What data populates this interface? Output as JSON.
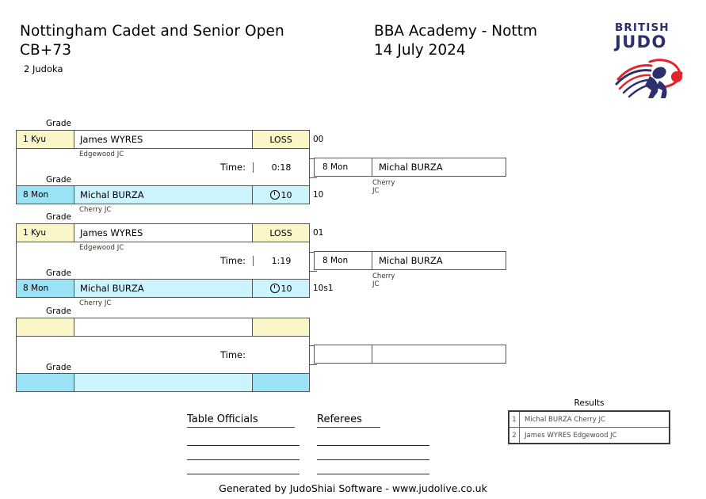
{
  "header": {
    "tournament_name": "Nottingham Cadet and Senior Open",
    "category": "CB+73",
    "judoka_count": "2 Judoka",
    "venue": "BBA Academy - Nottm",
    "date": "14 July 2024",
    "logo_line1": "BRITISH",
    "logo_line2": "JUDO",
    "logo_navy": "#2b2f6e",
    "logo_red": "#e2242c"
  },
  "labels": {
    "grade": "Grade",
    "time": "Time:",
    "loss": "LOSS"
  },
  "colors": {
    "yellow": "#fbf6c8",
    "blue_dark": "#9ae2f5",
    "blue_light": "#ccf4fd",
    "border": "#555555"
  },
  "matches": [
    {
      "top": {
        "grade_label": "Grade",
        "grade": "1 Kyu",
        "name": "James WYRES",
        "club": "Edgewood JC",
        "score": "LOSS",
        "edge_score": "00"
      },
      "time_label": "Time:",
      "time_value": "0:18",
      "bottom": {
        "grade_label": "Grade",
        "grade": "8 Mon",
        "name": "Michal BURZA",
        "club": "Cherry JC",
        "score": "10",
        "score_icon": "clock-icon",
        "edge_score": "10"
      },
      "winner": {
        "grade": "8 Mon",
        "name": "Michal BURZA",
        "club": "Cherry JC"
      }
    },
    {
      "top": {
        "grade_label": "Grade",
        "grade": "1 Kyu",
        "name": "James WYRES",
        "club": "Edgewood JC",
        "score": "LOSS",
        "edge_score": "01"
      },
      "time_label": "Time:",
      "time_value": "1:19",
      "bottom": {
        "grade_label": "Grade",
        "grade": "8 Mon",
        "name": "Michal BURZA",
        "club": "Cherry JC",
        "score": "10",
        "score_icon": "clock-icon",
        "edge_score": "10s1"
      },
      "winner": {
        "grade": "8 Mon",
        "name": "Michal BURZA",
        "club": "Cherry JC"
      }
    },
    {
      "top": {
        "grade_label": "Grade",
        "grade": "",
        "name": "",
        "club": "",
        "score": "",
        "edge_score": ""
      },
      "time_label": "Time:",
      "time_value": "",
      "bottom": {
        "grade_label": "Grade",
        "grade": "",
        "name": "",
        "club": "",
        "score": "",
        "edge_score": ""
      },
      "winner": {
        "grade": "",
        "name": "",
        "club": ""
      }
    }
  ],
  "signatures": {
    "table_officials": "Table Officials",
    "referees": "Referees"
  },
  "results": {
    "title": "Results",
    "rows": [
      {
        "rank": "1",
        "name": "Michal BURZA Cherry JC"
      },
      {
        "rank": "2",
        "name": "James WYRES Edgewood JC"
      }
    ]
  },
  "footer": {
    "text": "Generated by JudoShiai Software - www.judolive.co.uk"
  }
}
